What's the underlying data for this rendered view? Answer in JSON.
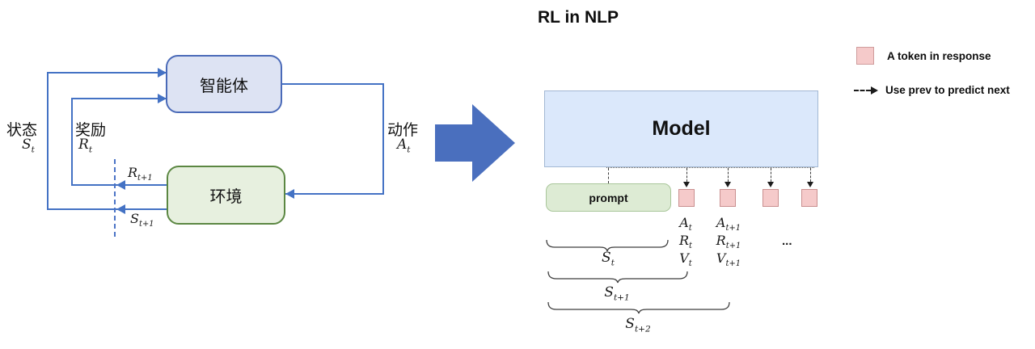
{
  "left_diagram": {
    "agent": "智能体",
    "environment": "环境",
    "state": {
      "label": "状态",
      "base": "S",
      "sub": "t"
    },
    "reward": {
      "label": "奖励",
      "base": "R",
      "sub": "t"
    },
    "action": {
      "label": "动作",
      "base": "A",
      "sub": "t"
    },
    "next_reward": {
      "base": "R",
      "sub": "t+1"
    },
    "next_state": {
      "base": "S",
      "sub": "t+1"
    }
  },
  "right_diagram": {
    "title": "RL in NLP",
    "model": "Model",
    "prompt": "prompt",
    "token_grid": {
      "a_t": {
        "base": "A",
        "sub": "t"
      },
      "a_t1": {
        "base": "A",
        "sub": "t+1"
      },
      "r_t": {
        "base": "R",
        "sub": "t"
      },
      "r_t1": {
        "base": "R",
        "sub": "t+1"
      },
      "v_t": {
        "base": "V",
        "sub": "t"
      },
      "v_t1": {
        "base": "V",
        "sub": "t+1"
      },
      "ellipsis": "..."
    },
    "braces": [
      {
        "base": "S",
        "sub": "t"
      },
      {
        "base": "S",
        "sub": "t+1"
      },
      {
        "base": "S",
        "sub": "t+2"
      }
    ]
  },
  "legend": {
    "token": "A token in response",
    "arrow": "Use prev to predict next"
  },
  "colors": {
    "accent_blue": "#4472c4",
    "agent_fill": "#dde3f3",
    "agent_border": "#4a6ab8",
    "env_fill": "#e7f0df",
    "env_border": "#5b8742",
    "model_fill": "#dbe8fb",
    "model_border": "#a3b8d4",
    "prompt_fill": "#ddebd4",
    "prompt_border": "#a9c69a",
    "token_fill": "#f5caca",
    "token_border": "#c98f8f"
  }
}
